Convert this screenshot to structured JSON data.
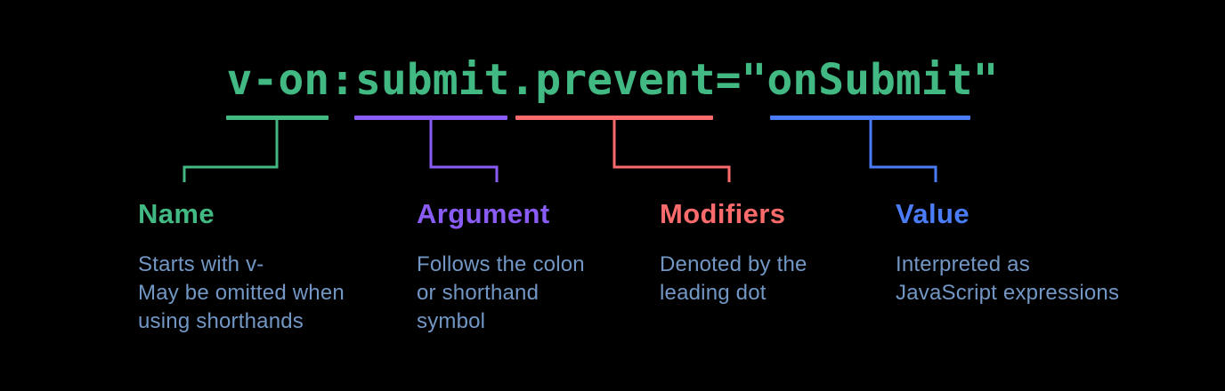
{
  "code": {
    "text": "v-on:submit.prevent=\"onSubmit\"",
    "color": "#42b883"
  },
  "groups": [
    {
      "label": "Name",
      "color": "#42b883",
      "covers": "v-on",
      "description": "Starts with v-\nMay be omitted when\nusing shorthands"
    },
    {
      "label": "Argument",
      "color": "#8a5cf6",
      "covers": "submit",
      "description": "Follows the colon\nor shorthand\nsymbol"
    },
    {
      "label": "Modifiers",
      "color": "#fc6b6b",
      "covers": ".prevent",
      "description": "Denoted by the\nleading dot"
    },
    {
      "label": "Value",
      "color": "#4b7cf7",
      "covers": "onSubmit",
      "description": "Interpreted as\nJavaScript expressions"
    }
  ],
  "colors": {
    "background": "#000000",
    "body_text": "#7297c5"
  }
}
